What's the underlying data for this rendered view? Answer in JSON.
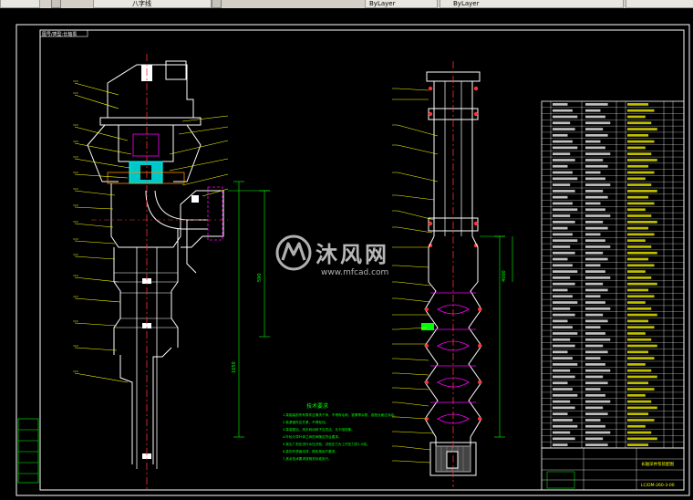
{
  "toolbar": {
    "layer_label": "八字线",
    "bylayer_1": "ByLayer",
    "bylayer_2": "ByLayer"
  },
  "drawing": {
    "frame_tag": "图号/类型:长轴泵",
    "left_view": {
      "dim_vertical": "1650",
      "dim_upper": "590"
    },
    "right_view": {
      "dim_vertical": "4000"
    },
    "notes": {
      "title": "技术要求",
      "lines": [
        "1.泵组装前所有零件应清洗干净，不得有毛刺、铁屑等杂物，各配合面应涂油。",
        "2.各紧固件应拧紧，不得松动。",
        "3.泵装配后，用手转动转子应灵活，无卡阻现象。",
        "4.叶轮与导叶体之间的间隙应符合要求。",
        "5.泵出厂前应进行水压试验，试验压力为工作压力的1.5倍。",
        "6.泵的外表面涂漆，颜色按用户要求。",
        "7.其余技术要求按相关标准执行。"
      ]
    },
    "title_block": {
      "name": "长轴深井泵装配图",
      "number": "LC/DM-260-3-00"
    }
  },
  "watermark": {
    "brand": "沐风网",
    "url": "www.mfcad.com"
  },
  "colors": {
    "background": "#000000",
    "frame": "#ffffff",
    "drawing": "#ffffff",
    "callout": "#ffff00",
    "dimension": "#00ff00",
    "centerline": "#ff3030",
    "accent_cyan": "#00e0e0",
    "accent_magenta": "#ff00ff"
  }
}
